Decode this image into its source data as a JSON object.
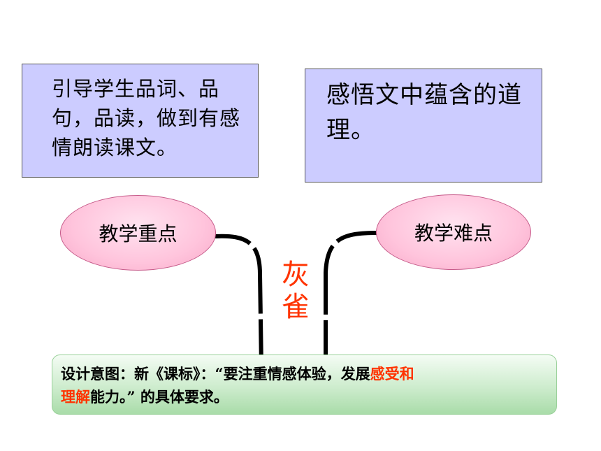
{
  "boxes": {
    "focus_text": "引导学生品词、品句，品读，做到有感情朗读课文。",
    "difficulty_text": "感悟文中蕴含的道理。"
  },
  "ovals": {
    "focus_label": "教学重点",
    "difficulty_label": "教学难点"
  },
  "title": {
    "line1": "灰",
    "line2": "雀"
  },
  "note": {
    "prefix": "设计意图：新《课标》：“要注重情感体验，发展",
    "highlight1": "感受和",
    "highlight2": "理解",
    "suffix": "能力。” 的具体要求。"
  },
  "colors": {
    "box_fill": "#ccccff",
    "oval_fill": "#ffc4dc",
    "title_red": "#ff3300",
    "note_fill": "#cdeccd"
  }
}
